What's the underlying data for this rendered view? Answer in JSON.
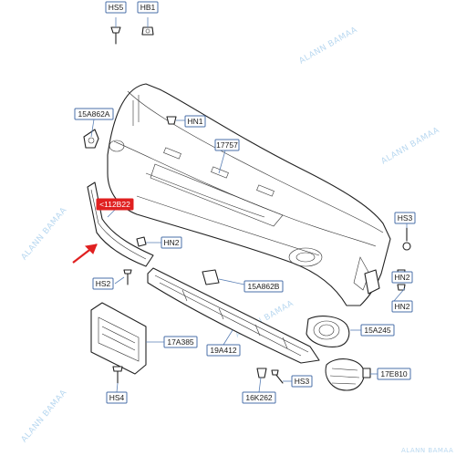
{
  "labels": {
    "HS5": "HS5",
    "HB1": "HB1",
    "15A862A": "15A862A",
    "HN1_top": "HN1",
    "17757": "17757",
    "112B22": "<112B22",
    "HN2_left": "HN2",
    "HS3_right": "HS3",
    "HN2_right_a": "HN2",
    "HN2_right_b": "HN2",
    "HS2": "HS2",
    "15A862B": "15A862B",
    "15A245": "15A245",
    "17A385": "17A385",
    "19A412": "19A412",
    "HS3_bottom": "HS3",
    "17E810": "17E810",
    "16K262": "16K262",
    "HS4": "HS4"
  },
  "watermark": {
    "text": "ALANN BAMAA",
    "corner_text": "ALANN BAMAA"
  },
  "colors": {
    "label_border": "#4a6fa8",
    "highlight": "#e02020",
    "watermark": "#b9d8f0"
  }
}
